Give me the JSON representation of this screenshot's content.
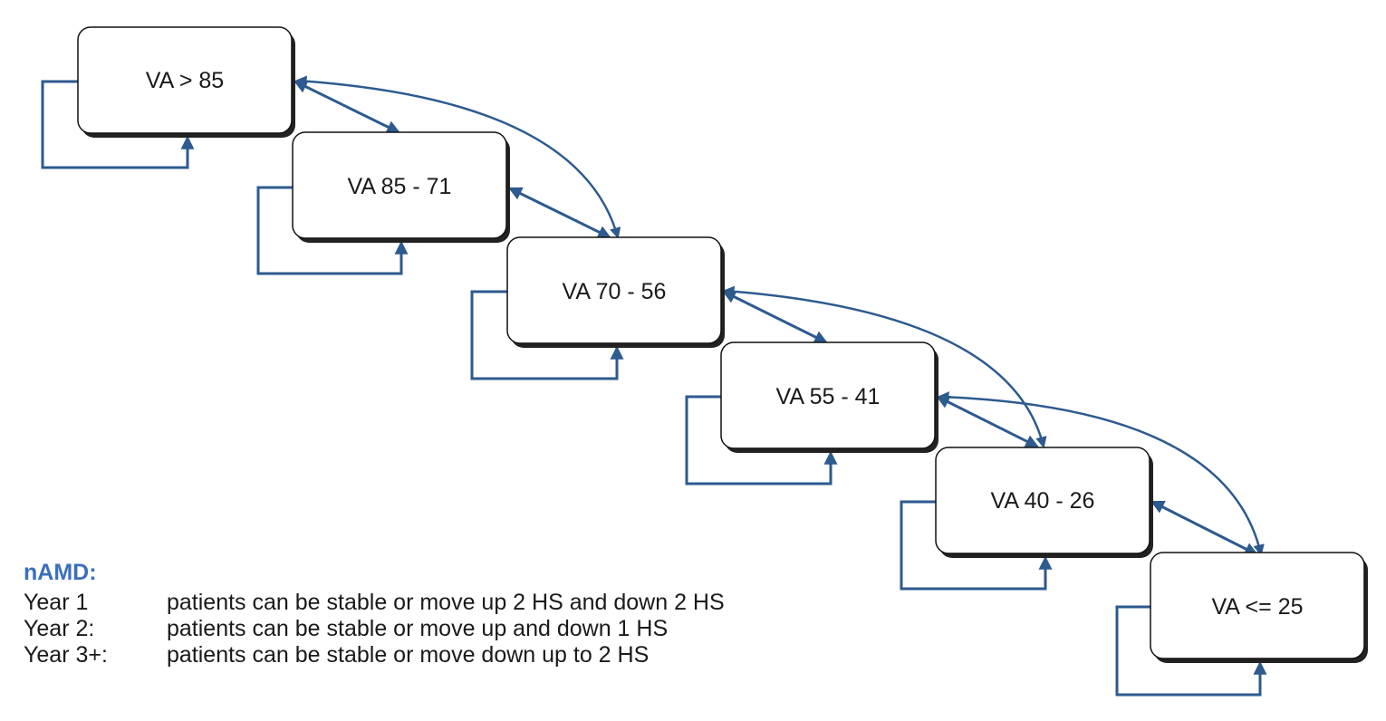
{
  "colors": {
    "arrow": "#2d5a8f",
    "box_border": "#111111",
    "shadow": "#222222",
    "legend_title": "#3a6fbd"
  },
  "states": [
    {
      "id": "s1",
      "label": "VA > 85"
    },
    {
      "id": "s2",
      "label": "VA  85 - 71"
    },
    {
      "id": "s3",
      "label": "VA  70 - 56"
    },
    {
      "id": "s4",
      "label": "VA  55 - 41"
    },
    {
      "id": "s5",
      "label": "VA  40 - 26"
    },
    {
      "id": "s6",
      "label": "VA <= 25"
    }
  ],
  "transitions": [
    {
      "from": "s1",
      "to": "s1",
      "type": "self"
    },
    {
      "from": "s2",
      "to": "s2",
      "type": "self"
    },
    {
      "from": "s3",
      "to": "s3",
      "type": "self"
    },
    {
      "from": "s4",
      "to": "s4",
      "type": "self"
    },
    {
      "from": "s5",
      "to": "s5",
      "type": "self"
    },
    {
      "from": "s6",
      "to": "s6",
      "type": "self"
    },
    {
      "from": "s1",
      "to": "s2",
      "type": "adjacent-bidirectional"
    },
    {
      "from": "s2",
      "to": "s3",
      "type": "adjacent-bidirectional"
    },
    {
      "from": "s3",
      "to": "s4",
      "type": "adjacent-bidirectional"
    },
    {
      "from": "s4",
      "to": "s5",
      "type": "adjacent-bidirectional"
    },
    {
      "from": "s5",
      "to": "s6",
      "type": "adjacent-bidirectional"
    },
    {
      "from": "s1",
      "to": "s3",
      "type": "skip-bidirectional"
    },
    {
      "from": "s3",
      "to": "s5",
      "type": "skip-bidirectional"
    },
    {
      "from": "s4",
      "to": "s6",
      "type": "skip-bidirectional"
    }
  ],
  "legend": {
    "title": "nAMD:",
    "rows": [
      {
        "year": "Year 1",
        "text": "patients can be stable or move up 2 HS and down 2 HS"
      },
      {
        "year": "Year 2:",
        "text": "patients can be stable or move up and down 1 HS"
      },
      {
        "year": "Year 3+:",
        "text": "patients can be stable or move down up to 2 HS"
      }
    ]
  }
}
